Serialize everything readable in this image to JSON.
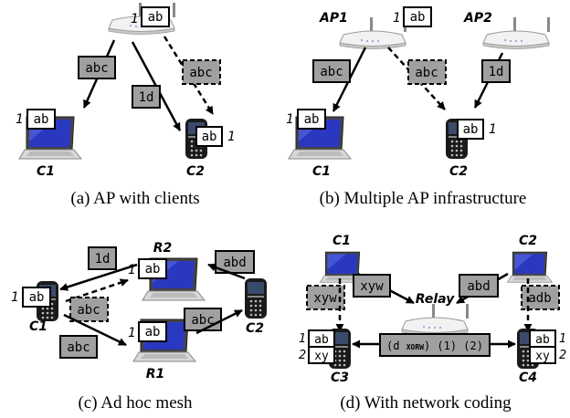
{
  "panels": {
    "a": {
      "caption": "(a) AP with clients",
      "ap_index": "1",
      "ap_pkt": "ab",
      "msg_abc": "abc",
      "msg_abc2": "abc",
      "msg_1d": "1d",
      "c1_index": "1",
      "c1_pkt": "ab",
      "c1_label": "C1",
      "c2_pkt": "ab",
      "c2_index": "1",
      "c2_label": "C2"
    },
    "b": {
      "caption": "(b) Multiple AP infrastructure",
      "ap1_label": "AP1",
      "ap1_index": "1",
      "ap1_pkt": "ab",
      "ap2_label": "AP2",
      "msg_abc": "abc",
      "msg_abc2": "abc",
      "msg_1d": "1d",
      "c1_index": "1",
      "c1_pkt": "ab",
      "c1_label": "C1",
      "c2_pkt": "ab",
      "c2_index": "1",
      "c2_label": "C2"
    },
    "c": {
      "caption": "(c) Ad hoc mesh",
      "r2_label": "R2",
      "r2_index": "1",
      "r2_pkt": "ab",
      "msg_1d": "1d",
      "msg_abd": "abd",
      "c1_index": "1",
      "c1_pkt": "ab",
      "c1_label": "C1",
      "msg_abc_dashed": "abc",
      "msg_abc_r1": "abc",
      "msg_abc_c2": "abc",
      "r1_index": "1",
      "r1_pkt": "ab",
      "r1_label": "R1",
      "c2_label": "C2"
    },
    "d": {
      "caption": "(d) With network coding",
      "c1_label": "C1",
      "c2_label": "C2",
      "msg_xyw": "xyw",
      "msg_xyw_dashed": "xyw",
      "msg_abd": "abd",
      "msg_adb_dashed": "adb",
      "relay_label": "Relay",
      "coded_open": "(d ",
      "coded_xor": "XORW",
      "coded_rest": ") (1) (2)",
      "c3_idx1": "1",
      "c3_pkt1": "ab",
      "c3_idx2": "2",
      "c3_pkt2": "xy",
      "c3_label": "C3",
      "c4_pkt1": "ab",
      "c4_idx1": "1",
      "c4_pkt2": "xy",
      "c4_idx2": "2",
      "c4_label": "C4"
    }
  },
  "colors": {
    "packet_gray": "#a0a0a0",
    "outline": "#000000",
    "laptop_screen": "#2a38c0",
    "phone_body": "#1a1a1a",
    "router_body": "#eeeeee"
  },
  "icons": [
    "router-icon",
    "laptop-icon",
    "phone-icon"
  ]
}
